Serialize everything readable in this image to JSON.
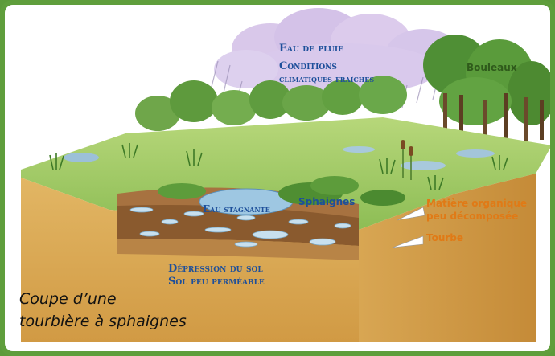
{
  "labels": {
    "rain": "Eau de pluie",
    "climate_line1": "Conditions",
    "climate_line2": "climatiques fraîches",
    "birches": "Bouleaux",
    "stagnant_water": "Eau stagnante",
    "sphagnum": "Sphaignes",
    "organic_line1": "Matière organique",
    "organic_line2": "peu décomposée",
    "peat": "Tourbe",
    "depression_line1": "Dépression du sol",
    "depression_line2": "Sol peu perméable"
  },
  "caption": {
    "line1": "Coupe d’une",
    "line2": "tourbière à sphaignes"
  },
  "colors": {
    "border": "#5f9e3c",
    "blue_label": "#1d4f9a",
    "orange_label": "#e07a16",
    "birch_label": "#2f5a1b"
  }
}
